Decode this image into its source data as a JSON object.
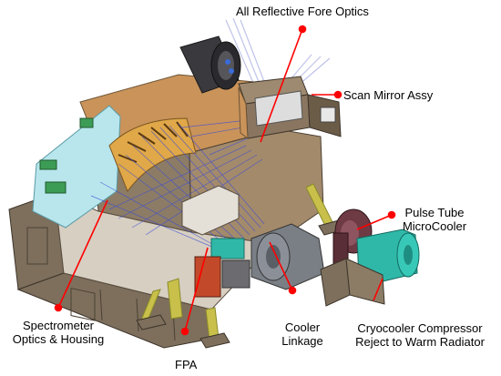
{
  "colors": {
    "background": "#ffffff",
    "leader": "#ff0000",
    "label": "#000000",
    "housing": "#7d6f5c",
    "plate": "#c9935a",
    "mirror": "#b8e6ec",
    "rays": "#3a4bd8",
    "cooler": "#2fb8a8",
    "strut": "#c8c04a",
    "grating": "#e0a848"
  },
  "labels": {
    "fore_optics": "All Reflective Fore Optics",
    "scan_mirror": "Scan Mirror Assy",
    "pulse_tube": "Pulse Tube\nMicroCooler",
    "spectrometer": "Spectrometer\nOptics & Housing",
    "fpa": "FPA",
    "cooler_linkage": "Cooler\nLinkage",
    "compressor": "Cryocooler Compressor\nReject to Warm Radiator"
  }
}
